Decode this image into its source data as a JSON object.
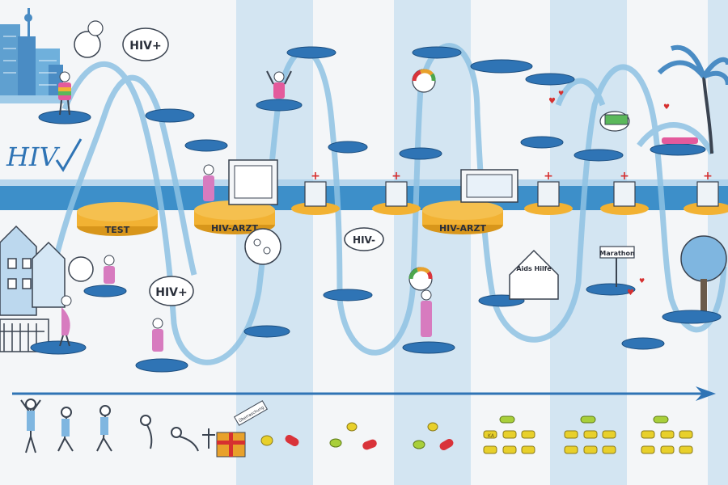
{
  "hiv_title": "HIV",
  "test_platform": "TEST",
  "doctor_platform_1": "HIV-ARZT",
  "doctor_platform_2": "HIV-ARZT",
  "bubble_hiv_pos_1": "HIV+",
  "bubble_hiv_pos_2": "HIV+",
  "bubble_hiv_neg": "HIV-",
  "bubble_hiv_pos_3": "HIV+",
  "aids_hilfe_sign": "Aids Hilfe",
  "marathon_sign": "Marathon",
  "gift_tag": "Überraschung",
  "pill_stamp": "KA",
  "colors": {
    "stripe": "#cfe3f1",
    "timeline_band": "#3d8fc9",
    "loop": "#8ec2e3",
    "platform": "#f2b233",
    "disc": "#2f74b5",
    "arrow": "#2f74b5",
    "pill_red": "#d9333a",
    "pill_yellow": "#e8d02b",
    "pill_green": "#a8cf3a",
    "cross": "#d63030"
  }
}
